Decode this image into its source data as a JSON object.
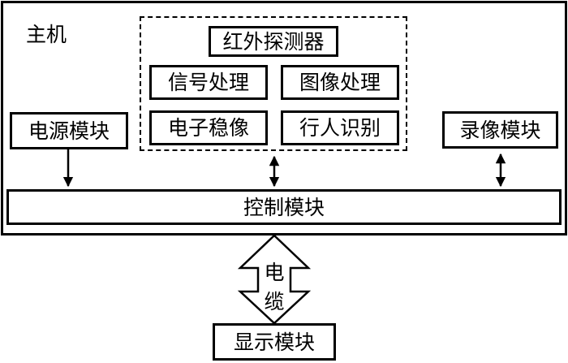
{
  "host": {
    "label": "主机"
  },
  "infrared_group": {
    "title": "红外探测器",
    "modules": [
      "信号处理",
      "图像处理",
      "电子稳像",
      "行人识别"
    ]
  },
  "power_module": "电源模块",
  "recording_module": "录像模块",
  "control_module": "控制模块",
  "cable": {
    "chars": [
      "电",
      "缆"
    ]
  },
  "display_module": "显示模块"
}
